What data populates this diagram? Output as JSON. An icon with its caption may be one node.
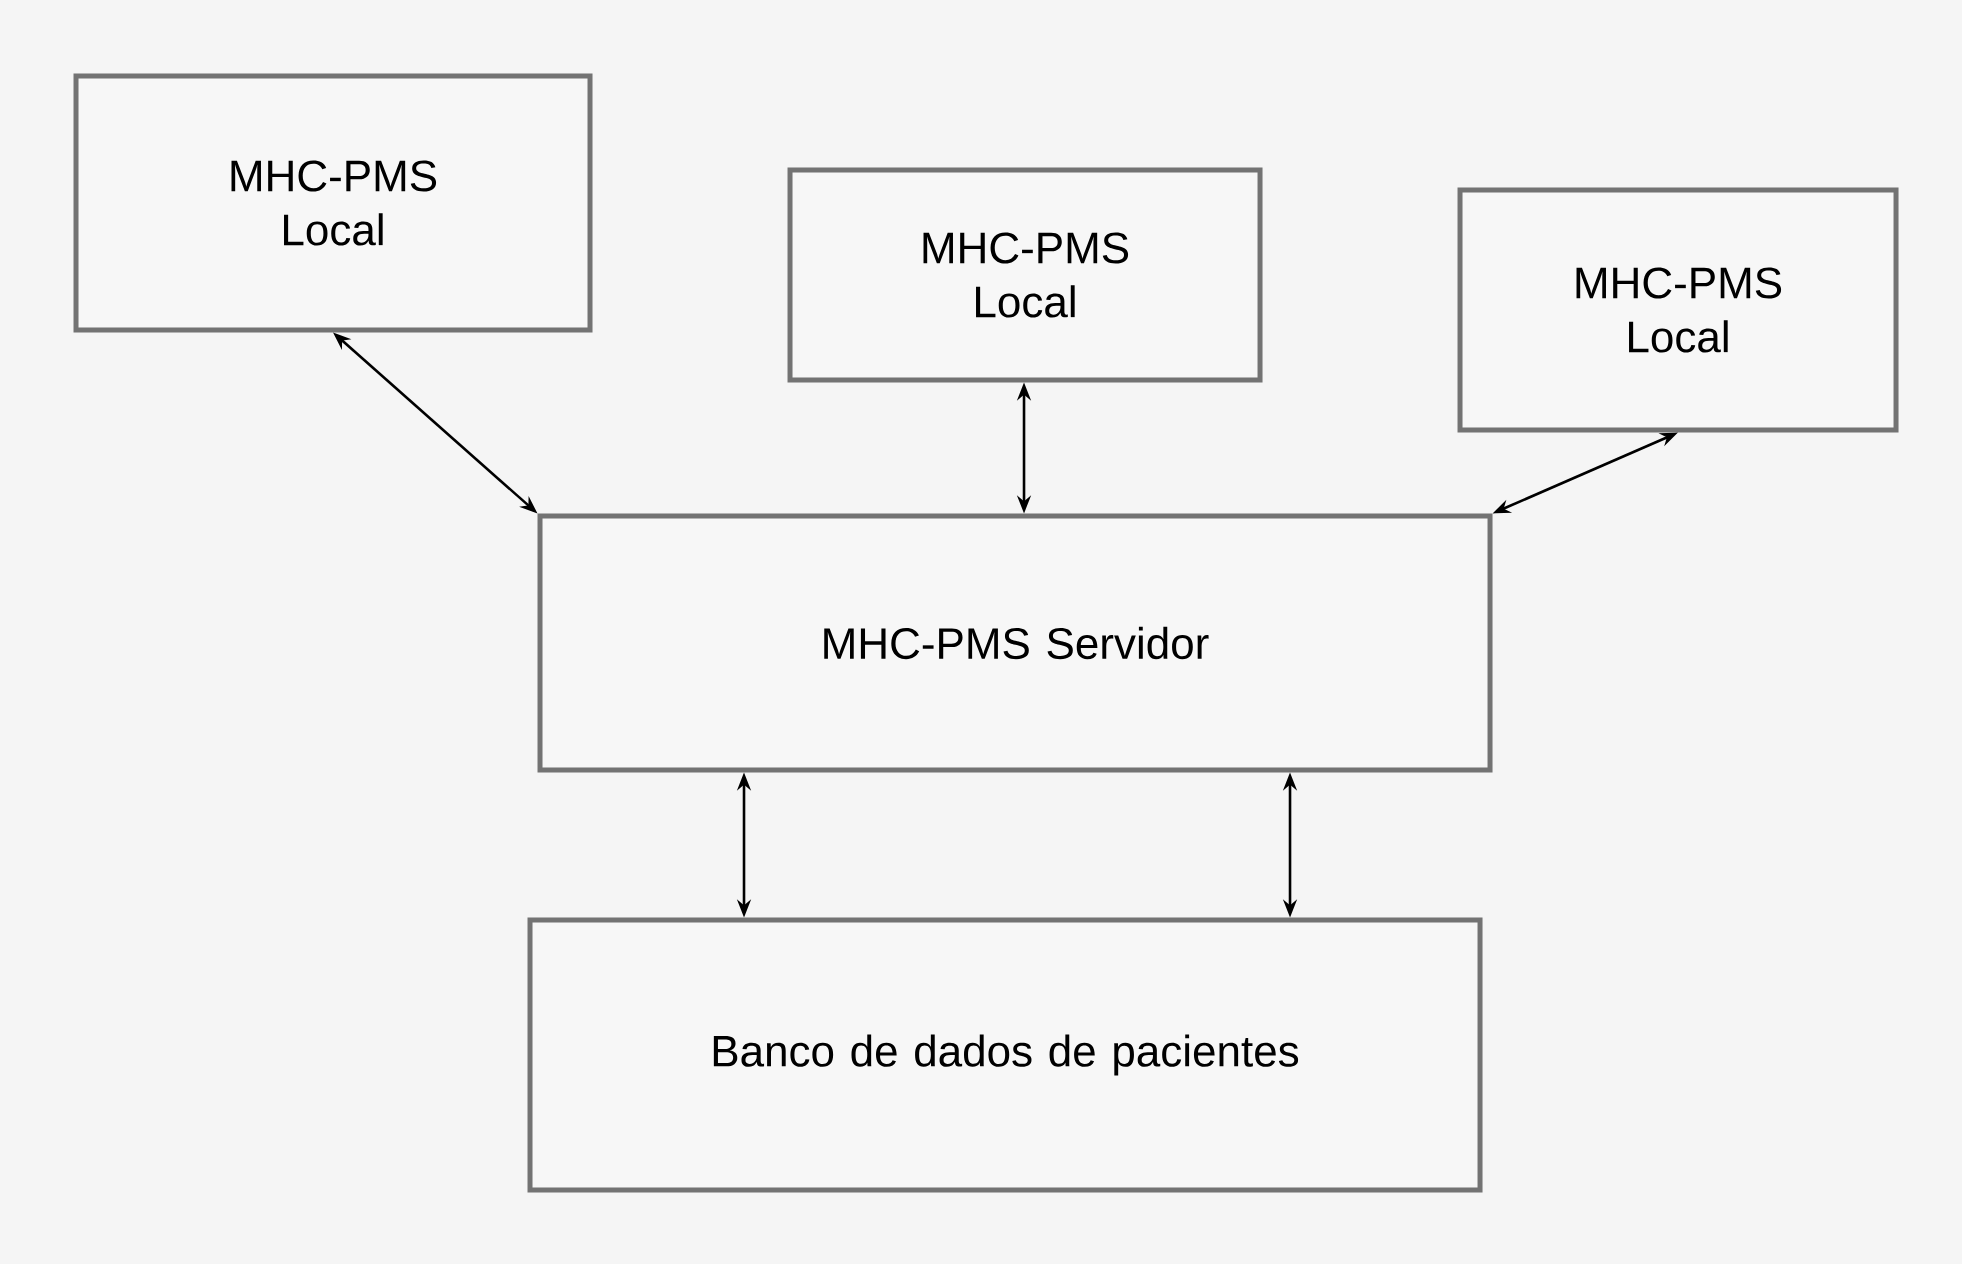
{
  "diagram": {
    "nodes": [
      {
        "text": [
          "MHC-PMS Local"
        ]
      },
      {
        "text": [
          "MHC-PMS Local"
        ]
      },
      {
        "text": [
          "MHC-PMS Local"
        ]
      },
      {
        "text": [
          "MHC-PMS Servidor"
        ]
      },
      {
        "text": [
          "Banco de dados de pacientes"
        ]
      }
    ],
    "edges": [
      {
        "from": 0,
        "to": 3,
        "arrow": "both"
      },
      {
        "from": 1,
        "to": 3,
        "arrow": "both"
      },
      {
        "from": 2,
        "to": 3,
        "arrow": "both"
      },
      {
        "from": 3,
        "to": 4,
        "arrow": "both"
      },
      {
        "from": 3,
        "to": 4,
        "arrow": "both"
      }
    ]
  }
}
